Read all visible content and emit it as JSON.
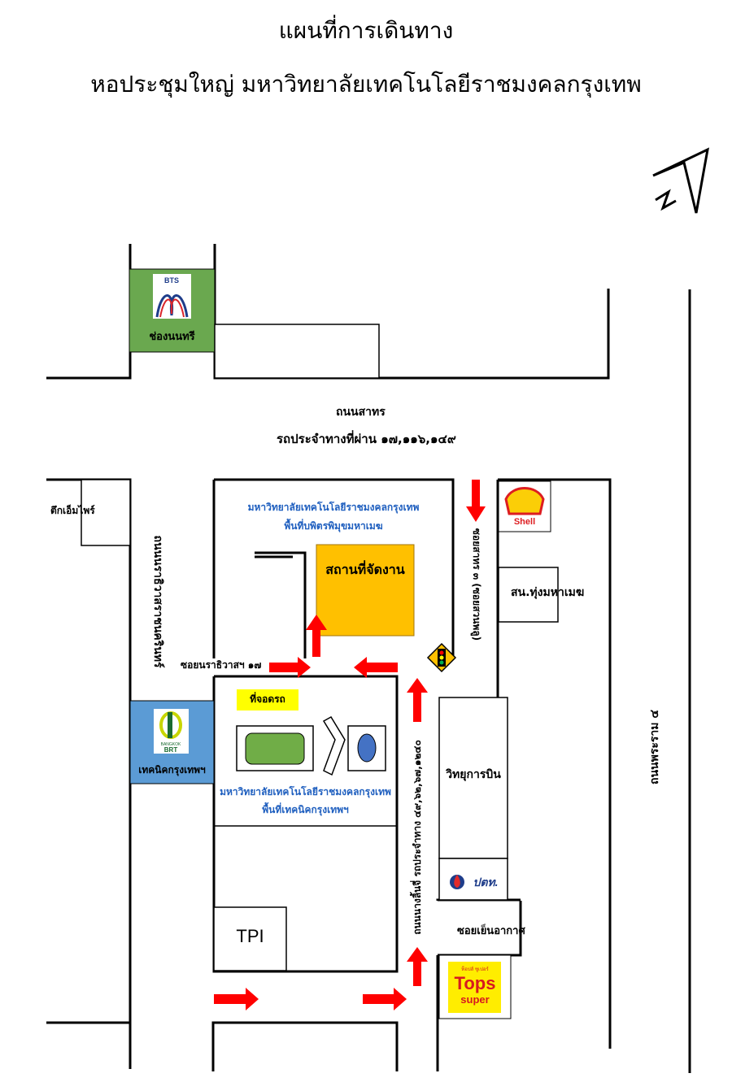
{
  "header": {
    "title": "แผนที่การเดินทาง",
    "subtitle": "หอประชุมใหญ่ มหาวิทยาลัยเทคโนโลยีราชมงคลกรุงเทพ"
  },
  "compass": {
    "label": "N"
  },
  "roads": {
    "sathorn_name": "ถนนสาทร",
    "sathorn_buses": "รถประจำทางที่ผ่าน ๑๗,๑๑๖,๑๔๙",
    "narathiwat": "ถนนนราธิวาสราชนครินทร์",
    "soi_narathiwat": "ซอยนราธิวาสฯ ๑๗",
    "soi_sathorn": "ซอยสาทร ๓ (ซอยสวนพลู)",
    "nang_linchi": "ถนนนางลิ้นจี่  รถประจำทาง ๔๙,๖๒,๖๗,๑๒๔๐",
    "rama4": "ถนนพระราม ๔",
    "soi_yen_akat": "ซอยเย็นอากาศ"
  },
  "places": {
    "bts_station": "ช่องนนทรี",
    "bts_logo": "BTS",
    "empire": "ตึกเอ็มไพร์",
    "campus_north_name": "มหาวิทยาลัยเทคโนโลยีราชมงคลกรุงเทพ",
    "campus_north_area": "พื้นที่บพิตรพิมุขมหาเมฆ",
    "venue": "สถานที่จัดงาน",
    "shell": "Shell",
    "school": "สน.ทุ่งมหาเมฆ",
    "parking": "ที่จอดรถ",
    "brt_station": "เทคนิคกรุงเทพฯ",
    "brt_logo_line1": "BANGKOK",
    "brt_logo_line2": "BRT",
    "campus_south_name": "มหาวิทยาลัยเทคโนโลยีราชมงคลกรุงเทพ",
    "campus_south_area": "พื้นที่เทคนิคกรุงเทพฯ",
    "radio": "วิทยุการบิน",
    "ptt": "ปตท.",
    "tpi": "TPI",
    "tops_line1": "Tops",
    "tops_line2": "super",
    "tops_small": "ท็อปส์ ซูเปอร์"
  },
  "colors": {
    "bts_green": "#6aa84f",
    "brt_blue": "#5b9bd5",
    "venue_orange": "#ffc000",
    "parking_yellow": "#ffff00",
    "arrow_red": "#ff0000",
    "campus_text_blue": "#1f5fbf",
    "field_green": "#70ad47",
    "oval_blue": "#4472c4",
    "shell_red": "#dd1d21",
    "shell_yellow": "#fbce07"
  }
}
